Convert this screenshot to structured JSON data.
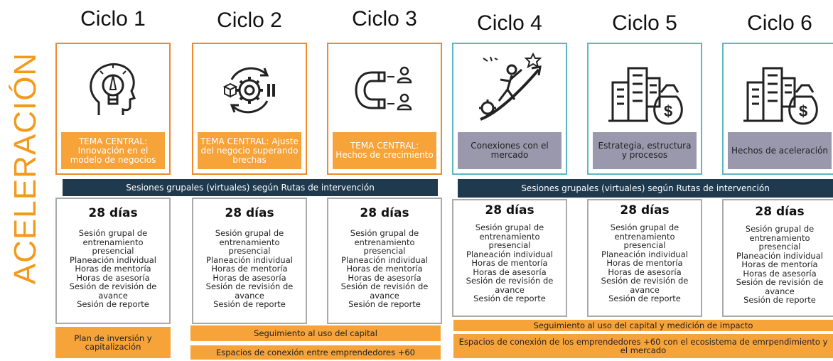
{
  "side_title": "ACELERACIÓN",
  "cycles": [
    {
      "title": "Ciclo 1",
      "icon": "lightbulb-head-icon",
      "box_text": "TEMA CENTRAL: Innovación en el modelo de negocios",
      "days": "28 días"
    },
    {
      "title": "Ciclo 2",
      "icon": "gear-cycle-icon",
      "box_text": "TEMA CENTRAL: Ajuste del negocio superando brechas",
      "days": "28 días"
    },
    {
      "title": "Ciclo 3",
      "icon": "magnet-people-icon",
      "box_text": "TEMA CENTRAL: Hechos de crecimiento",
      "days": "28 días"
    },
    {
      "title": "Ciclo 4",
      "icon": "climber-arrow-icon",
      "box_text": "Conexiones con el mercado",
      "days": "28 días"
    },
    {
      "title": "Ciclo 5",
      "icon": "buildings-moneybag-icon",
      "box_text": "Estrategia, estructura y procesos",
      "days": "28 días"
    },
    {
      "title": "Ciclo 6",
      "icon": "buildings-moneybag-icon",
      "box_text": "Hechos de aceleración",
      "days": "28 días"
    }
  ],
  "session_lines": [
    "Sesión grupal de",
    "entrenamiento",
    "presencial",
    "Planeación individual",
    "Horas de mentoría",
    "Horas de asesoría",
    "Sesión de revisión de",
    "avance",
    "Sesión de reporte"
  ],
  "bars": {
    "left": "Sesiones grupales (virtuales) según Rutas de intervención",
    "right": "Sesiones grupales (virtuales) según Rutas de intervención"
  },
  "bottom": {
    "plan": "Plan de inversión y capitalización",
    "seguimiento_left": "Seguimiento al uso del capital",
    "espacios_left": "Espacios de conexión entre emprendedores +60",
    "seguimiento_right": "Seguimiento al uso del capital y medición de impacto",
    "espacios_right": "Espacios de conexión de los emprendedores +60 con el ecosistema de emrpendimiento y el mercado"
  },
  "colors": {
    "orange": "#f6a339",
    "orange_border": "#f08a2a",
    "teal_border": "#5bb8c0",
    "grey_box": "#9a98ad",
    "navy_bar": "#1f3a4e",
    "side_title": "#f39a1c"
  }
}
